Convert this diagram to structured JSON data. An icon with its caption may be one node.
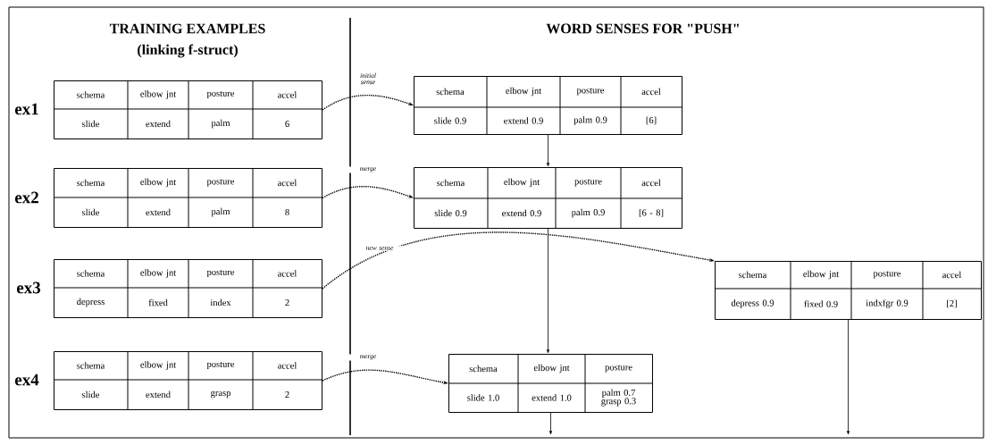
{
  "diagram": {
    "nodes": [
      {
        "text": [
          "schema",
          "elbow jnt",
          "posture",
          "accel",
          "slide",
          "extend",
          "palm",
          "6"
        ],
        "beside": [
          "ex1"
        ]
      },
      {
        "text": [
          "schema",
          "elbow jnt",
          "posture",
          "accel",
          "slide",
          "extend",
          "palm",
          "8"
        ],
        "beside": [
          "ex2"
        ]
      },
      {
        "text": [
          "schema",
          "elbow jnt",
          "posture",
          "accel",
          "depress",
          "fixed",
          "index",
          "2"
        ],
        "beside": [
          "ex3"
        ]
      },
      {
        "text": [
          "schema",
          "elbow jnt",
          "posture",
          "accel",
          "slide",
          "extend",
          "grasp",
          "2"
        ],
        "beside": [
          "ex4"
        ]
      },
      {
        "text": [
          "schema",
          "elbow jnt",
          "posture",
          "accel",
          "slide 0.9",
          "extend 0.9",
          "palm 0.9",
          "[6]"
        ]
      },
      {
        "text": [
          "schema",
          "elbow jnt",
          "posture",
          "accel",
          "slide 0.9",
          "extend 0.9",
          "palm 0.9",
          "[6 - 8]"
        ]
      },
      {
        "text": [
          "schema",
          "elbow jnt",
          "posture",
          "accel",
          "depress 0.9",
          "fixed 0.9",
          "indxfgr 0.9",
          "[2]"
        ]
      },
      {
        "text": [
          "schema",
          "elbow jnt",
          "posture",
          "slide 1.0",
          "extend 1.0",
          "palm 0.7 grasp 0.3"
        ]
      }
    ],
    "edges": [
      {
        "from": 0,
        "to": 4,
        "arrow": "to",
        "label": "initial sense",
        "style": "dashed"
      },
      {
        "from": 1,
        "to": 5,
        "arrow": "to",
        "label": "merge",
        "style": "dashed"
      },
      {
        "from": 2,
        "to": 6,
        "arrow": "to",
        "label": "new sense",
        "style": "dashed"
      },
      {
        "from": 3,
        "to": 7,
        "arrow": "to",
        "label": "merge",
        "style": "dashed"
      },
      {
        "from": 4,
        "to": 5,
        "arrow": "to"
      },
      {
        "from": 5,
        "to": 7,
        "arrow": "to"
      },
      {
        "from": 7,
        "to": null,
        "arrow": "to"
      },
      {
        "from": 6,
        "to": null,
        "arrow": "to"
      }
    ],
    "labels": [
      "TRAINING EXAMPLES",
      "(linking f-struct)",
      "WORD SENSES FOR \"PUSH\""
    ]
  }
}
